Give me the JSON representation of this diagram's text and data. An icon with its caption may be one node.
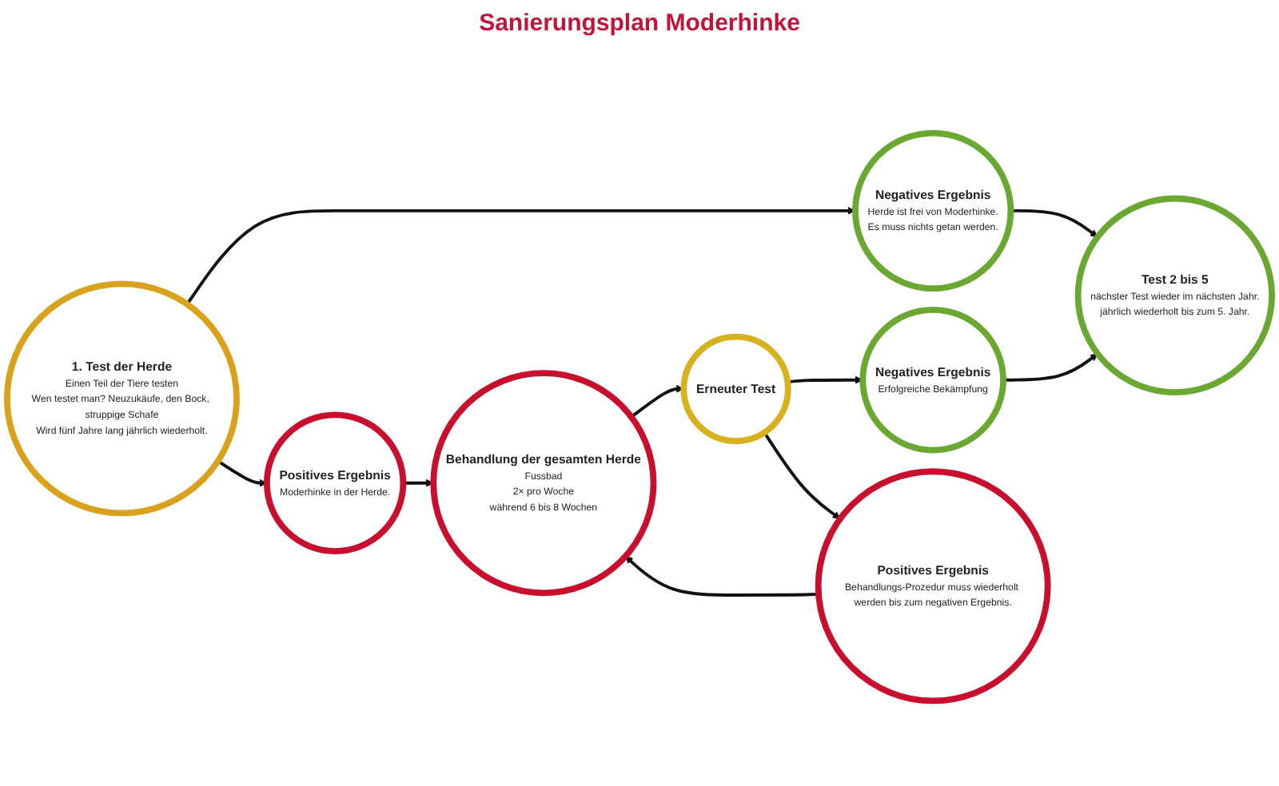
{
  "diagram": {
    "title": "Sanierungsplan Moderhinke",
    "nodes": [
      {
        "text": [
          "1. Test der Herde",
          "Einen Teil der Tiere testen",
          "Wen testet man? Neuzukäufe, den Bock, struppige Schafe",
          "Wird fünf Jahre lang jährlich wiederholt."
        ]
      },
      {
        "text": [
          "Positives Ergebnis",
          "Moderhinke in der Herde."
        ]
      },
      {
        "text": [
          "Negatives Ergebnis",
          "Herde ist frei von Moderhinke.",
          "Es muss nichts getan werden."
        ]
      },
      {
        "text": [
          "Behandlung der gesamten Herde",
          "Fussbad",
          "2× pro Woche",
          "während 6 bis 8 Wochen"
        ]
      },
      {
        "text": [
          "Erneuter Test"
        ]
      },
      {
        "text": [
          "Negatives Ergebnis",
          "Erfolgreiche Bekämpfung"
        ]
      },
      {
        "text": [
          "Positives Ergebnis",
          "Behandlungs-Prozedur muss wiederholt werden bis zum negativen Ergebnis."
        ]
      },
      {
        "text": [
          "Test 2 bis 5",
          "nächster Test wieder im nächsten Jahr.",
          "jährlich wiederholt bis zum 5. Jahr."
        ]
      }
    ],
    "edges": [
      {
        "from": 0,
        "to": 1,
        "arrow": "to"
      },
      {
        "from": 0,
        "to": 2,
        "arrow": "to"
      },
      {
        "from": 1,
        "to": 3,
        "arrow": "to"
      },
      {
        "from": 2,
        "to": 7,
        "arrow": "to"
      },
      {
        "from": 3,
        "to": 4,
        "arrow": "to"
      },
      {
        "from": 4,
        "to": 5,
        "arrow": "to"
      },
      {
        "from": 4,
        "to": 6,
        "arrow": "to"
      },
      {
        "from": 5,
        "to": 7,
        "arrow": "to"
      },
      {
        "from": 6,
        "to": 3,
        "arrow": "to"
      }
    ]
  }
}
